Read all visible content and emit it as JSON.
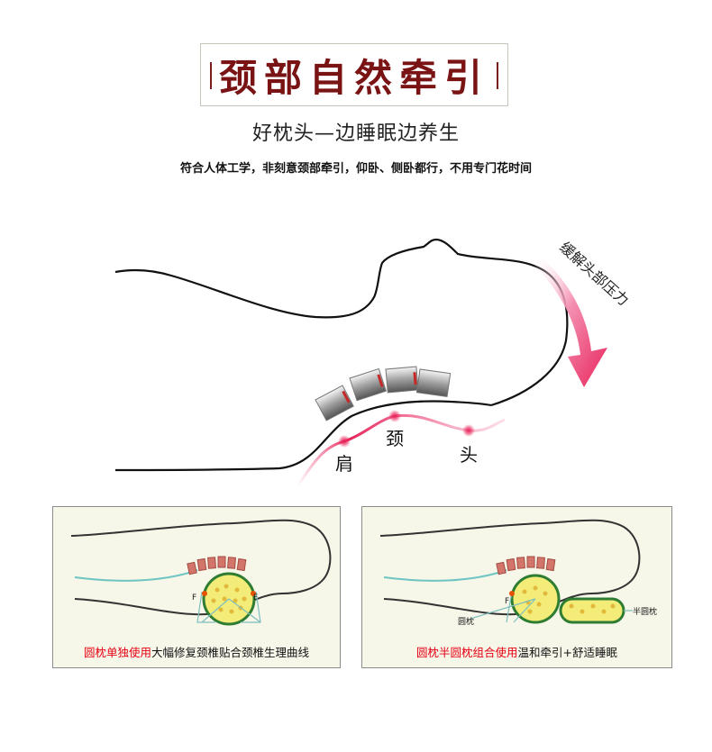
{
  "header": {
    "title": "颈部自然牵引",
    "subtitle": "好枕头—边睡眠边养生",
    "description": "符合人体工学，非刻意颈部牵引，仰卧、侧卧都行，不用专门花时间"
  },
  "main_figure": {
    "arrow_text": "缓解头部压力",
    "labels": {
      "shoulder": "肩",
      "neck": "颈",
      "head": "头"
    }
  },
  "panels": {
    "left": {
      "force_left": "F",
      "force_right": "F",
      "caption_highlight": "圆枕单独使用",
      "caption_rest": "大幅修复颈椎贴合颈椎生理曲线"
    },
    "right": {
      "force_label": "F",
      "round_pillow": "圆枕",
      "half_round_pillow": "半圆枕",
      "caption_highlight": "圆枕半圆枕组合使用",
      "caption_rest": "温和牵引+舒适睡眠"
    }
  },
  "colors": {
    "title": "#7a1414",
    "highlight": "#e60012",
    "curve": "#e8245a",
    "panel_bg": "#f6f6e9"
  }
}
